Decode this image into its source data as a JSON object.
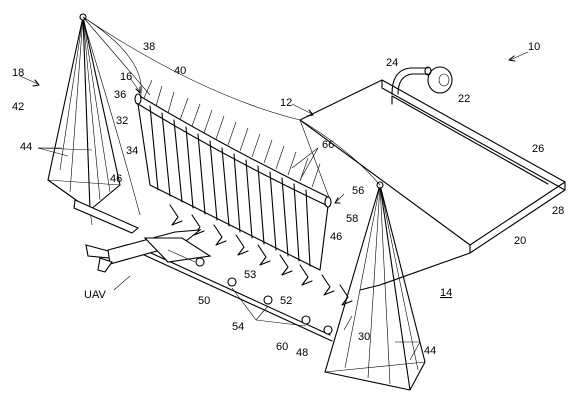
{
  "labels": {
    "l10": "10",
    "l12": "12",
    "l14": "14",
    "l16": "16",
    "l18": "18",
    "l20": "20",
    "l22": "22",
    "l24": "24",
    "l26": "26",
    "l28": "28",
    "l30": "30",
    "l32": "32",
    "l34": "34",
    "l36": "36",
    "l38": "38",
    "l40": "40",
    "l42": "42",
    "l44a": "44",
    "l44b": "44",
    "l46a": "46",
    "l46b": "46",
    "l48": "48",
    "l50": "50",
    "l52": "52",
    "l53": "53",
    "l54": "54",
    "l56": "56",
    "l58": "58",
    "l60": "60",
    "l66": "66",
    "uav": "UAV"
  }
}
